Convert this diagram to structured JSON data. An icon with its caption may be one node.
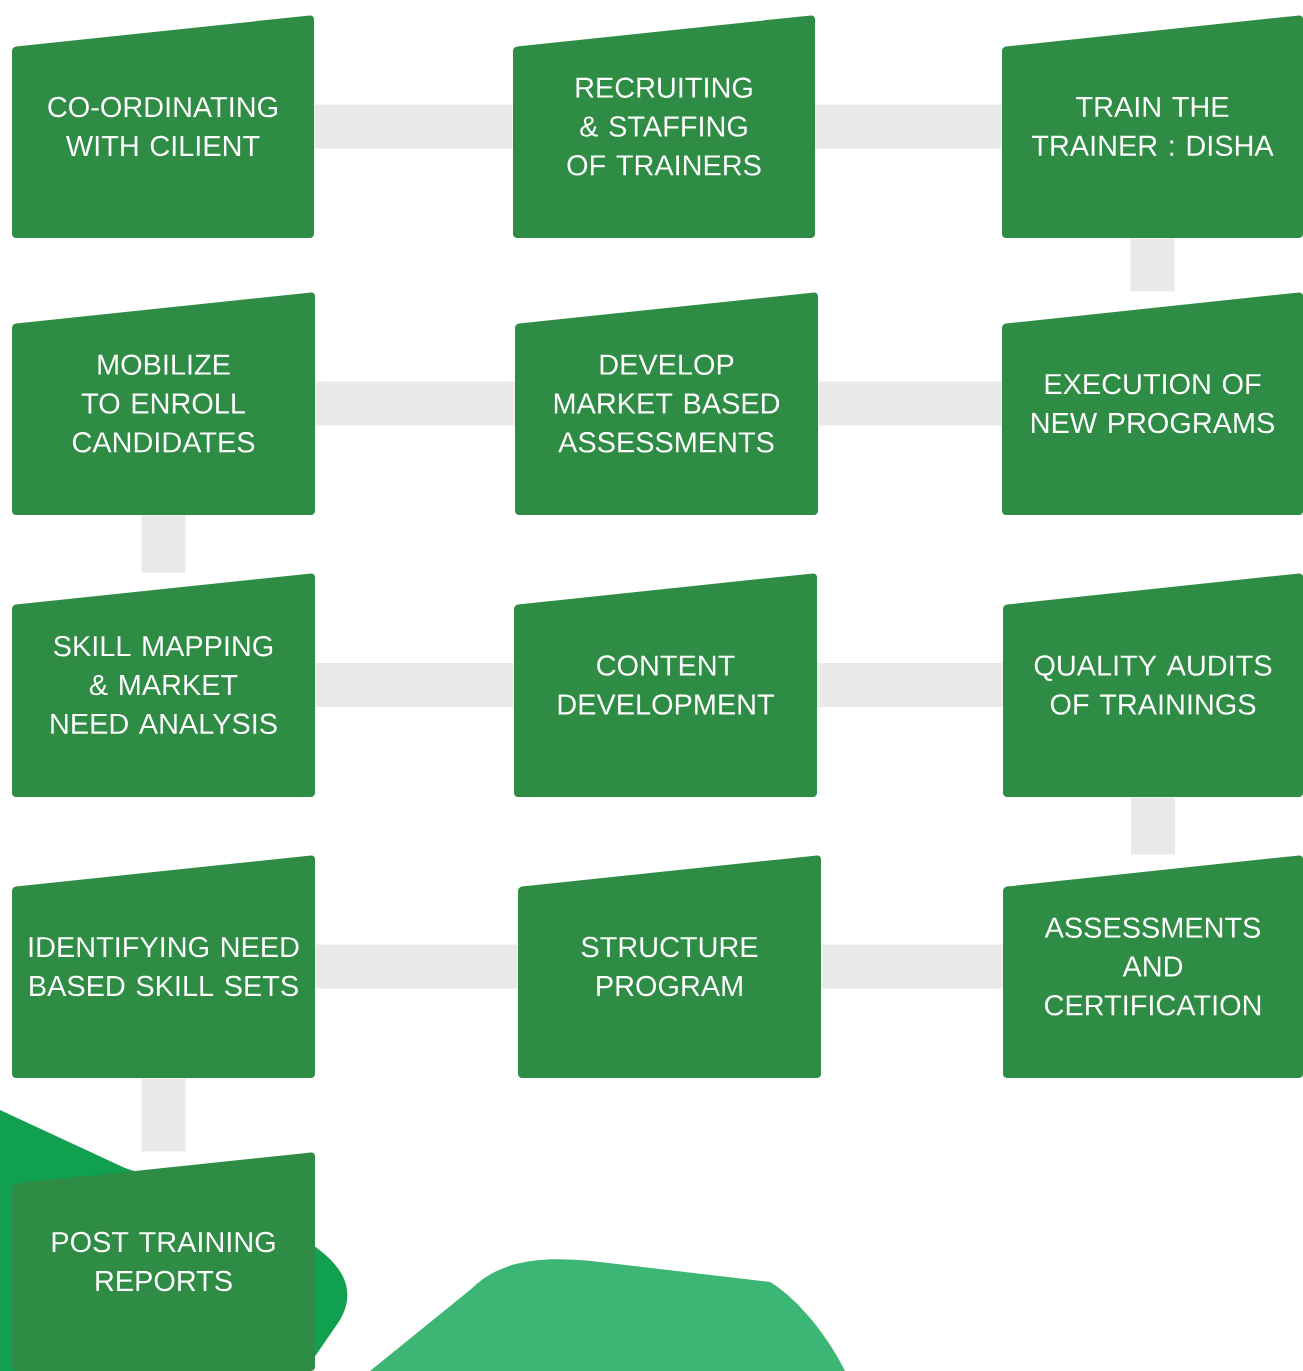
{
  "diagram": {
    "nodes": [
      {
        "text": [
          "CO-ORDINATING WITH CILIENT"
        ]
      },
      {
        "text": [
          "RECRUITING & STAFFING OF TRAINERS"
        ]
      },
      {
        "text": [
          "TRAIN THE TRAINER : DISHA"
        ]
      },
      {
        "text": [
          "MOBILIZE TO ENROLL CANDIDATES"
        ]
      },
      {
        "text": [
          "DEVELOP MARKET BASED ASSESSMENTS"
        ]
      },
      {
        "text": [
          "EXECUTION OF NEW PROGRAMS"
        ]
      },
      {
        "text": [
          "SKILL MAPPING & MARKET NEED ANALYSIS"
        ]
      },
      {
        "text": [
          "CONTENT DEVELOPMENT"
        ]
      },
      {
        "text": [
          "QUALITY AUDITS OF TRAININGS"
        ]
      },
      {
        "text": [
          "IDENTIFYING NEED BASED SKILL SETS"
        ]
      },
      {
        "text": [
          "STRUCTURE PROGRAM"
        ]
      },
      {
        "text": [
          "ASSESSMENTS AND CERTIFICATION"
        ]
      },
      {
        "text": [
          "POST TRAINING REPORTS"
        ]
      }
    ],
    "edges": [
      {
        "from": 0,
        "to": 1,
        "arrow": "none"
      },
      {
        "from": 1,
        "to": 2,
        "arrow": "none"
      },
      {
        "from": 2,
        "to": 5,
        "arrow": "none"
      },
      {
        "from": 5,
        "to": 4,
        "arrow": "none"
      },
      {
        "from": 4,
        "to": 3,
        "arrow": "none"
      },
      {
        "from": 3,
        "to": 6,
        "arrow": "none"
      },
      {
        "from": 6,
        "to": 7,
        "arrow": "none"
      },
      {
        "from": 7,
        "to": 8,
        "arrow": "none"
      },
      {
        "from": 8,
        "to": 11,
        "arrow": "none"
      },
      {
        "from": 11,
        "to": 10,
        "arrow": "none"
      },
      {
        "from": 10,
        "to": 9,
        "arrow": "none"
      },
      {
        "from": 9,
        "to": 12,
        "arrow": "none"
      }
    ]
  }
}
